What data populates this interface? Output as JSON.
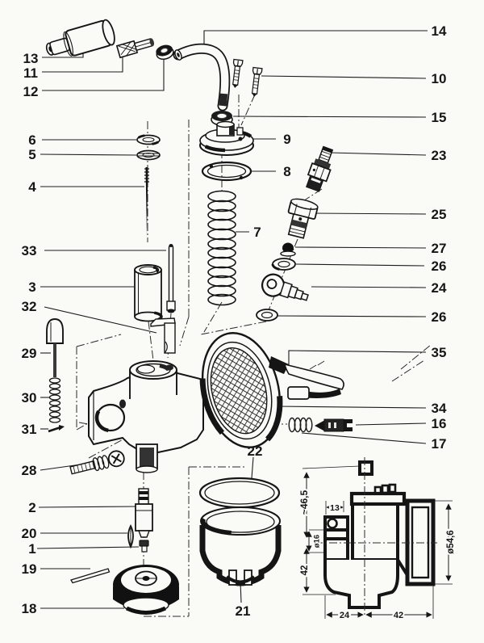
{
  "figure": {
    "kind": "exploded parts diagram",
    "subject": "carburetor assembly with numbered callouts and dimensioned side-profile drawing"
  },
  "callouts": {
    "c1": "1",
    "c2": "2",
    "c3": "3",
    "c4": "4",
    "c5": "5",
    "c6": "6",
    "c7": "7",
    "c8": "8",
    "c9": "9",
    "c10": "10",
    "c11": "11",
    "c12": "12",
    "c13": "13",
    "c14": "14",
    "c15": "15",
    "c16": "16",
    "c17": "17",
    "c18": "18",
    "c19": "19",
    "c20": "20",
    "c21": "21",
    "c22": "22",
    "c23": "23",
    "c24": "24",
    "c25": "25",
    "c26a": "26",
    "c26b": "26",
    "c27": "27",
    "c28": "28",
    "c29": "29",
    "c30": "30",
    "c31": "31",
    "c32": "32",
    "c33": "33",
    "c34": "34",
    "c35": "35"
  },
  "dimensions": {
    "upper_height": "~46,5",
    "boss_width": "13",
    "bore_diameter": "ø16",
    "lower_height": "42",
    "flange_diameter": "ø54,6",
    "bottom_width_left": "24",
    "bottom_width_right": "42"
  },
  "colors": {
    "ink": "#151515",
    "paper": "#fafaf7"
  }
}
